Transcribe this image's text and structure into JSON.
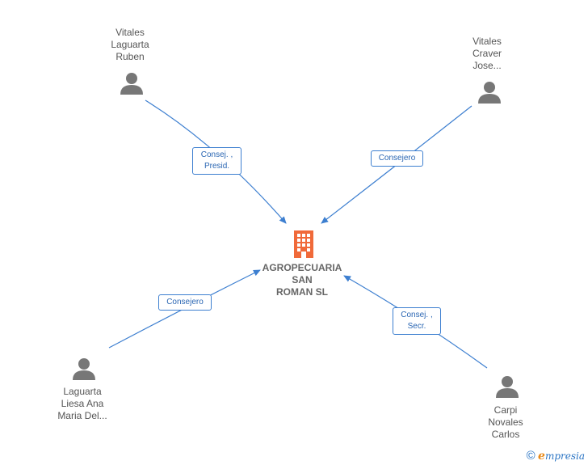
{
  "company": {
    "name": "AGROPECUARIA\nSAN\nROMAN  SL",
    "icon": "building-icon",
    "color": "#f06a3a"
  },
  "people": [
    {
      "name": "Vitales\nLaguarta\nRuben",
      "icon": "person-icon"
    },
    {
      "name": "Vitales\nCraver\nJose...",
      "icon": "person-icon"
    },
    {
      "name": "Laguarta\nLiesa Ana\nMaria Del...",
      "icon": "person-icon"
    },
    {
      "name": "Carpi\nNovales\nCarlos",
      "icon": "person-icon"
    }
  ],
  "roles": [
    {
      "label": "Consej. ,\nPresid."
    },
    {
      "label": "Consejero"
    },
    {
      "label": "Consejero"
    },
    {
      "label": "Consej. ,\nSecr."
    }
  ],
  "colors": {
    "edge": "#3d7fd0",
    "person": "#777777",
    "text": "#555555"
  },
  "footer": {
    "copyright": "©",
    "brand_first": "e",
    "brand_rest": "mpresia"
  }
}
